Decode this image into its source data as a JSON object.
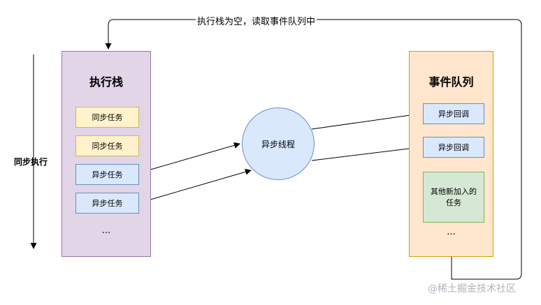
{
  "top_label": "执行栈为空，读取事件队列中",
  "time_axis_label": "同步执行",
  "stack": {
    "title": "执行栈",
    "tasks": [
      "同步任务",
      "同步任务",
      "异步任务",
      "异步任务"
    ],
    "ellipsis": "..."
  },
  "thread": {
    "label": "异步线程"
  },
  "queue": {
    "title": "事件队列",
    "callbacks": [
      "异步回调",
      "异步回调"
    ],
    "new_task": "其他新加入的任务",
    "ellipsis": "..."
  },
  "watermark": "@稀土掘金技术社区",
  "colors": {
    "stack_fill": "#e1d5e7",
    "stack_border": "#9673a6",
    "queue_fill": "#ffe6cc",
    "queue_border": "#d79b00",
    "sync_fill": "#fff2cc",
    "async_fill": "#dae8fc",
    "new_fill": "#d5e8d4"
  }
}
